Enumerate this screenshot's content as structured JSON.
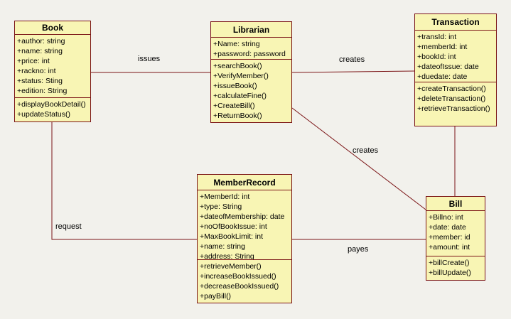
{
  "diagram": {
    "background_color": "#f2f1ec",
    "box_fill_color": "#f8f5b4",
    "box_border_color": "#7b1416",
    "line_color": "#7b1416"
  },
  "classes": {
    "book": {
      "title": "Book",
      "attributes": [
        "+author: string",
        "+name: string",
        "+price: int",
        "+rackno: int",
        "+status: Sting",
        "+edition: String"
      ],
      "methods": [
        "+displayBookDetail()",
        "+updateStatus()"
      ]
    },
    "librarian": {
      "title": "Librarian",
      "attributes": [
        "+Name: string",
        "+password: password"
      ],
      "methods": [
        "+searchBook()",
        "+VerifyMember()",
        "+issueBook()",
        "+calculateFine()",
        "+CreateBill()",
        "+ReturnBook()"
      ]
    },
    "transaction": {
      "title": "Transaction",
      "attributes": [
        "+transId: int",
        "+memberId: int",
        "+bookId: int",
        "+dateofIssue: date",
        "+duedate: date"
      ],
      "methods": [
        "+createTransaction()",
        "+deleteTransaction()",
        "+retrieveTransaction()"
      ]
    },
    "member_record": {
      "title": "MemberRecord",
      "attributes": [
        "+MemberId: int",
        "+type: String",
        "+dateofMembership: date",
        "+noOfBookIssue: int",
        "+MaxBookLimit: int",
        "+name: string",
        "+address: String"
      ],
      "methods": [
        "+retrieveMember()",
        "+increaseBookIssued()",
        "+decreaseBookIssued()",
        "+payBill()"
      ]
    },
    "bill": {
      "title": "Bill",
      "attributes": [
        "+Billno: int",
        "+date: date",
        "+member: id",
        "+amount: int"
      ],
      "methods": [
        "+billCreate()",
        "+billUpdate()"
      ]
    }
  },
  "relationships": {
    "issues": {
      "label": "issues",
      "from": "Book",
      "to": "Librarian"
    },
    "creates_transaction": {
      "label": "creates",
      "from": "Librarian",
      "to": "Transaction"
    },
    "creates_bill": {
      "label": "creates",
      "from": "Librarian",
      "to": "Bill"
    },
    "request": {
      "label": "request",
      "from": "Book",
      "to": "MemberRecord"
    },
    "payes": {
      "label": "payes",
      "from": "MemberRecord",
      "to": "Bill"
    },
    "transaction_bill": {
      "label": "",
      "from": "Transaction",
      "to": "Bill"
    }
  }
}
